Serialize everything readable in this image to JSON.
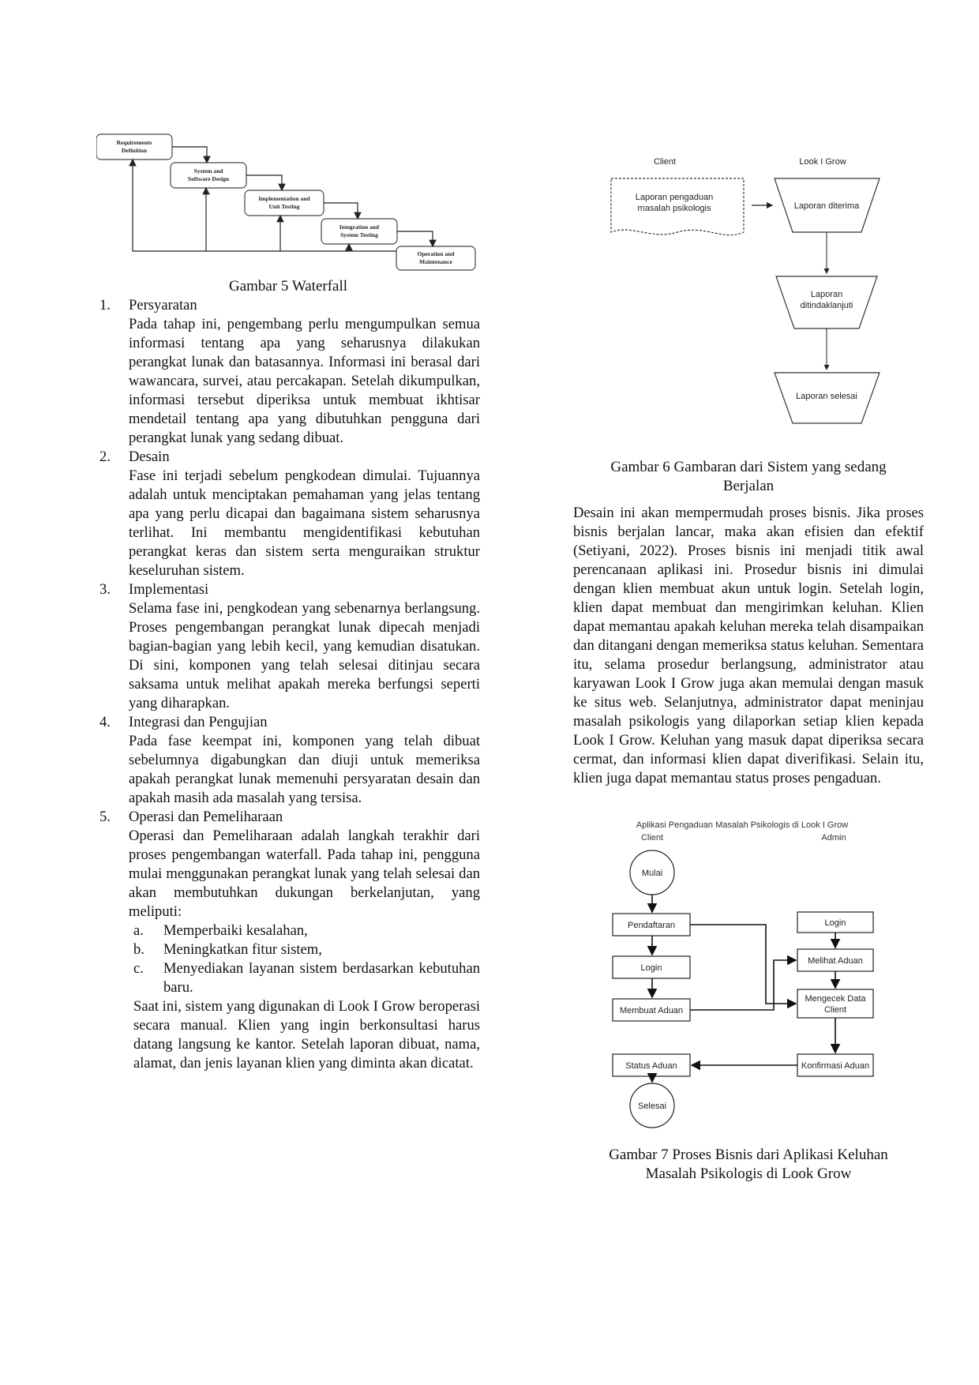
{
  "waterfall": {
    "stages": [
      {
        "line1": "Requirements",
        "line2": "Definition"
      },
      {
        "line1": "System and",
        "line2": "Software Design"
      },
      {
        "line1": "Implementation and",
        "line2": "Unit Testing"
      },
      {
        "line1": "Integration and",
        "line2": "System Testing"
      },
      {
        "line1": "Operation and",
        "line2": "Maintenance"
      }
    ],
    "caption": "Gambar 5 Waterfall"
  },
  "steps": [
    {
      "num": "1.",
      "title": "Persyaratan",
      "body": "Pada tahap ini, pengembang perlu mengumpulkan semua informasi tentang apa yang seharusnya dilakukan perangkat lunak dan batasannya. Informasi ini berasal dari wawancara, survei, atau percakapan. Setelah dikumpulkan, informasi tersebut diperiksa untuk membuat ikhtisar mendetail tentang apa yang dibutuhkan pengguna dari perangkat lunak yang sedang dibuat."
    },
    {
      "num": "2.",
      "title": "Desain",
      "body": "Fase ini terjadi sebelum pengkodean dimulai. Tujuannya adalah untuk menciptakan pemahaman yang jelas tentang apa yang perlu dicapai dan bagaimana sistem seharusnya terlihat. Ini membantu mengidentifikasi kebutuhan perangkat keras dan sistem serta menguraikan struktur keseluruhan sistem."
    },
    {
      "num": "3.",
      "title": "Implementasi",
      "body": "Selama fase ini, pengkodean yang sebenarnya berlangsung. Proses pengembangan perangkat lunak dipecah menjadi bagian-bagian yang lebih kecil, yang kemudian disatukan. Di sini, komponen yang telah selesai ditinjau secara saksama untuk melihat apakah mereka berfungsi seperti yang diharapkan."
    },
    {
      "num": "4.",
      "title": "Integrasi dan Pengujian",
      "body": "Pada fase keempat ini, komponen yang telah dibuat sebelumnya digabungkan dan diuji untuk memeriksa apakah perangkat lunak memenuhi persyaratan desain dan apakah masih ada masalah yang tersisa."
    },
    {
      "num": "5.",
      "title": "Operasi dan Pemeliharaan",
      "body": "Operasi dan Pemeliharaan adalah langkah terakhir dari proses pengembangan waterfall. Pada tahap ini, pengguna mulai menggunakan perangkat lunak yang telah selesai dan akan membutuhkan dukungan berkelanjutan, yang meliputi:"
    }
  ],
  "subitems": [
    {
      "num": "a.",
      "text": "Memperbaiki kesalahan,"
    },
    {
      "num": "b.",
      "text": "Meningkatkan fitur sistem,"
    },
    {
      "num": "c.",
      "text": "Menyediakan layanan sistem berdasarkan kebutuhan baru."
    }
  ],
  "closing": "Saat ini, sistem yang digunakan di Look I Grow beroperasi secara manual. Klien yang ingin berkonsultasi harus datang langsung ke kantor. Setelah laporan dibuat, nama, alamat, dan jenis layanan klien yang diminta akan dicatat.",
  "fig6": {
    "lane_client": "Client",
    "lane_lookigrow": "Look I Grow",
    "doc_line1": "Laporan pengaduan",
    "doc_line2": "masalah psikologis",
    "step1": "Laporan diterima",
    "step2_line1": "Laporan",
    "step2_line2": "ditindaklanjuti",
    "step3": "Laporan selesai",
    "caption_line1": "Gambar 6 Gambaran dari Sistem yang sedang",
    "caption_line2": "Berjalan"
  },
  "paragraph": "Desain ini akan mempermudah proses bisnis. Jika proses bisnis berjalan lancar, maka akan efisien dan efektif (Setiyani, 2022). Proses bisnis ini menjadi titik awal perencanaan aplikasi ini. Prosedur bisnis ini dimulai dengan klien membuat akun untuk login. Setelah login, klien dapat membuat dan mengirimkan keluhan. Klien dapat memantau apakah keluhan mereka telah disampaikan dan ditangani dengan memeriksa status keluhan. Sementara itu, selama prosedur berlangsung, administrator atau karyawan Look I Grow juga akan memulai dengan masuk ke situs web. Selanjutnya, administrator dapat meninjau masalah psikologis yang dilaporkan setiap klien kepada Look I Grow. Keluhan yang masuk dapat diperiksa secara cermat, dan informasi klien dapat diverifikasi. Selain itu, klien juga dapat memantau status proses pengaduan.",
  "fig7": {
    "title": "Aplikasi Pengaduan Masalah Psikologis di Look I Grow",
    "lane_client": "Client",
    "lane_admin": "Admin",
    "start": "Mulai",
    "pendaftaran": "Pendaftaran",
    "login_client": "Login",
    "membuat_aduan": "Membuat Aduan",
    "status_aduan": "Status Aduan",
    "end": "Selesai",
    "login_admin": "Login",
    "melihat_aduan": "Melihat Aduan",
    "cek_line1": "Mengecek Data",
    "cek_line2": "Client",
    "konfirmasi": "Konfirmasi Aduan",
    "caption_line1": "Gambar 7 Proses Bisnis dari Aplikasi Keluhan",
    "caption_line2": "Masalah Psikologis di Look Grow"
  }
}
